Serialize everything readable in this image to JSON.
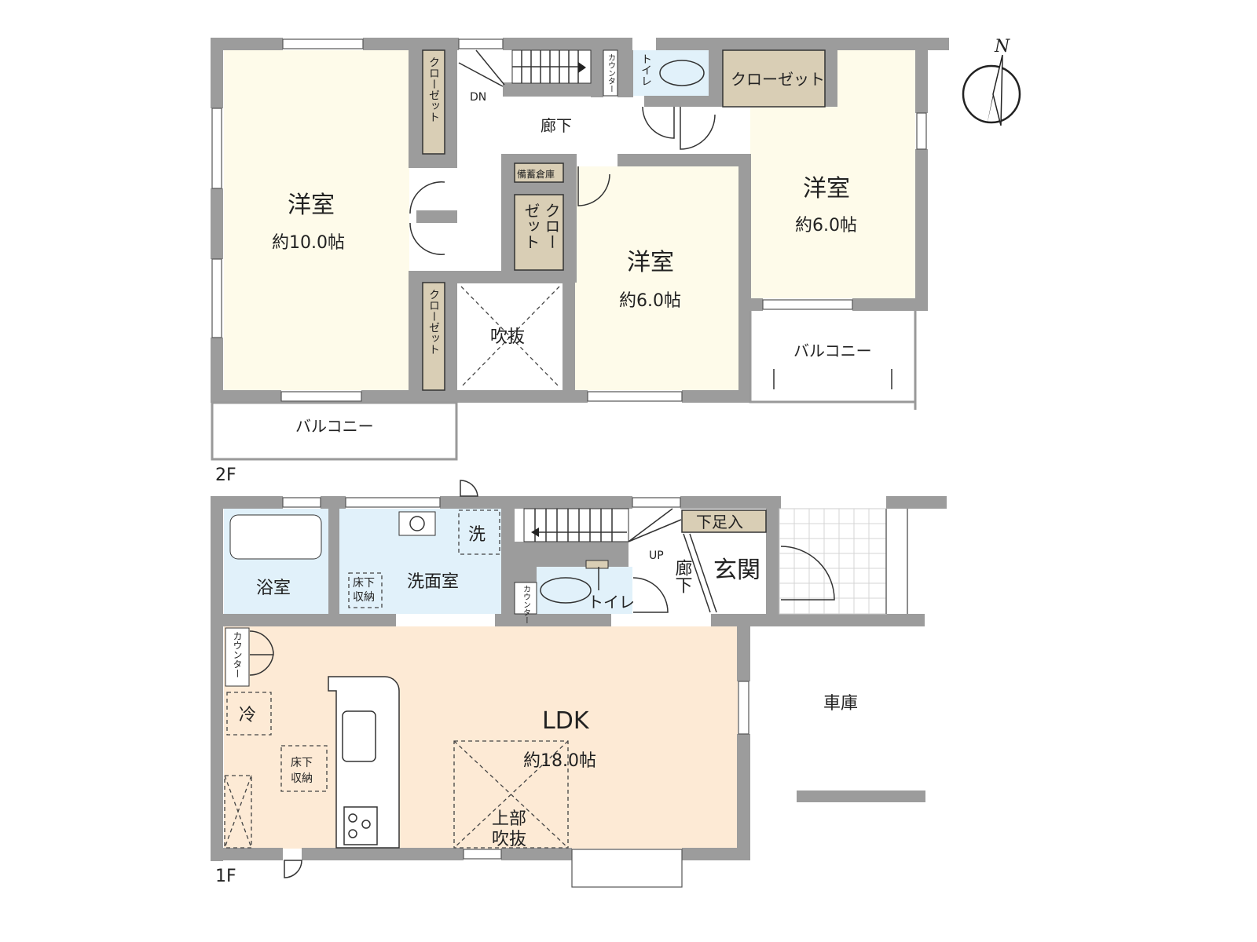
{
  "floor2": {
    "label": "2F",
    "rooms": {
      "western_large": {
        "name": "洋室",
        "size": "約10.0帖"
      },
      "western_middle": {
        "name": "洋室",
        "size": "約6.0帖"
      },
      "western_right": {
        "name": "洋室",
        "size": "約6.0帖"
      }
    },
    "closet": "クローゼット",
    "closet_split_a": "クロー",
    "closet_split_b": "ゼット",
    "storage": "備蓄倉庫",
    "hallway": "廊下",
    "stairs_dir": "DN",
    "toilet": "トイレ",
    "counter": "カウンター",
    "void": "吹抜",
    "balcony": "バルコニー"
  },
  "floor1": {
    "label": "1F",
    "bath": "浴室",
    "washroom": "洗面室",
    "washer": "洗",
    "underfloor": "床下収納",
    "underfloor_a": "床下",
    "underfloor_b": "収納",
    "stairs_dir": "UP",
    "toilet": "トイレ",
    "counter": "カウンター",
    "hallway": "廊下",
    "shoe_storage": "下足入",
    "entrance": "玄関",
    "garage": "車庫",
    "fridge": "冷",
    "ldk": {
      "name": "LDK",
      "size": "約18.0帖"
    },
    "upper_void_a": "上部",
    "upper_void_b": "吹抜"
  },
  "compass": {
    "label": "N"
  },
  "colors": {
    "wall": "#9c9c9c",
    "bedroom": "#fefbea",
    "closet": "#d9ceb5",
    "wet_room": "#e1f1fa",
    "ldk": "#fdead5"
  }
}
